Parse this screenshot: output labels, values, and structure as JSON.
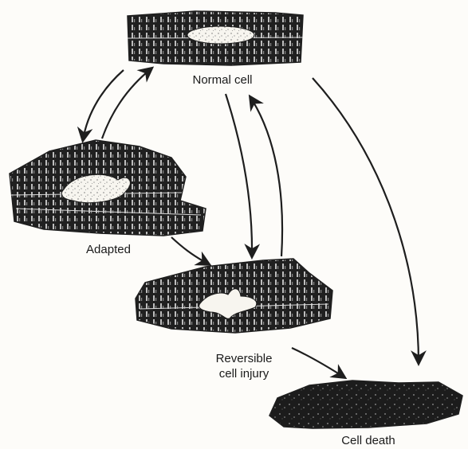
{
  "labels": {
    "normal": "Normal cell",
    "adapted": "Adapted",
    "reversible_line1": "Reversible",
    "reversible_line2": "cell injury",
    "death": "Cell death"
  },
  "colors": {
    "ink": "#1e1e1e",
    "background": "#fdfcf9",
    "nucleus": "#f7f5ef"
  }
}
